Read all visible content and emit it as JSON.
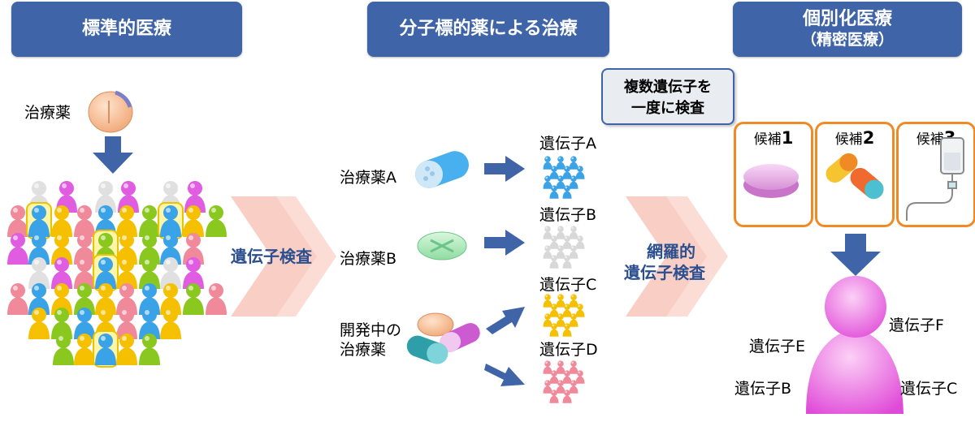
{
  "headers": {
    "standard": "標準的医療",
    "molecular": "分子標的薬による治療",
    "personalized": "個別化医療",
    "personalized_sub": "（精密医療）"
  },
  "left": {
    "drug_label": "治療薬",
    "gene_test": "遺伝子検査"
  },
  "middle": {
    "drug_a": "治療薬A",
    "drug_b": "治療薬B",
    "dev_line1": "開発中の",
    "dev_line2": "治療薬",
    "gene_a": "遺伝子A",
    "gene_b": "遺伝子B",
    "gene_c": "遺伝子C",
    "gene_d": "遺伝子D"
  },
  "comprehensive": {
    "line1": "網羅的",
    "line2": "遺伝子検査"
  },
  "multi_gene_box": {
    "line1": "複数遺伝子を",
    "line2": "一度に検査"
  },
  "candidates": [
    {
      "prefix": "候補",
      "number": "1"
    },
    {
      "prefix": "候補",
      "number": "2"
    },
    {
      "prefix": "候補",
      "number": "3"
    }
  ],
  "person_genes": {
    "e": "遺伝子E",
    "f": "遺伝子F",
    "b": "遺伝子B",
    "c": "遺伝子C"
  },
  "colors": {
    "header_blue": "#3f64a8",
    "arrow_blue": "#3f64a8",
    "candidate_orange": "#f08a24",
    "chevron_pink": "#f9c9bf",
    "person_magenta": "#e85ce0",
    "group_blue": "#3aa3e8",
    "group_gray": "#d8d8d8",
    "group_yellow": "#f5c000",
    "group_pink": "#f08a9a"
  }
}
